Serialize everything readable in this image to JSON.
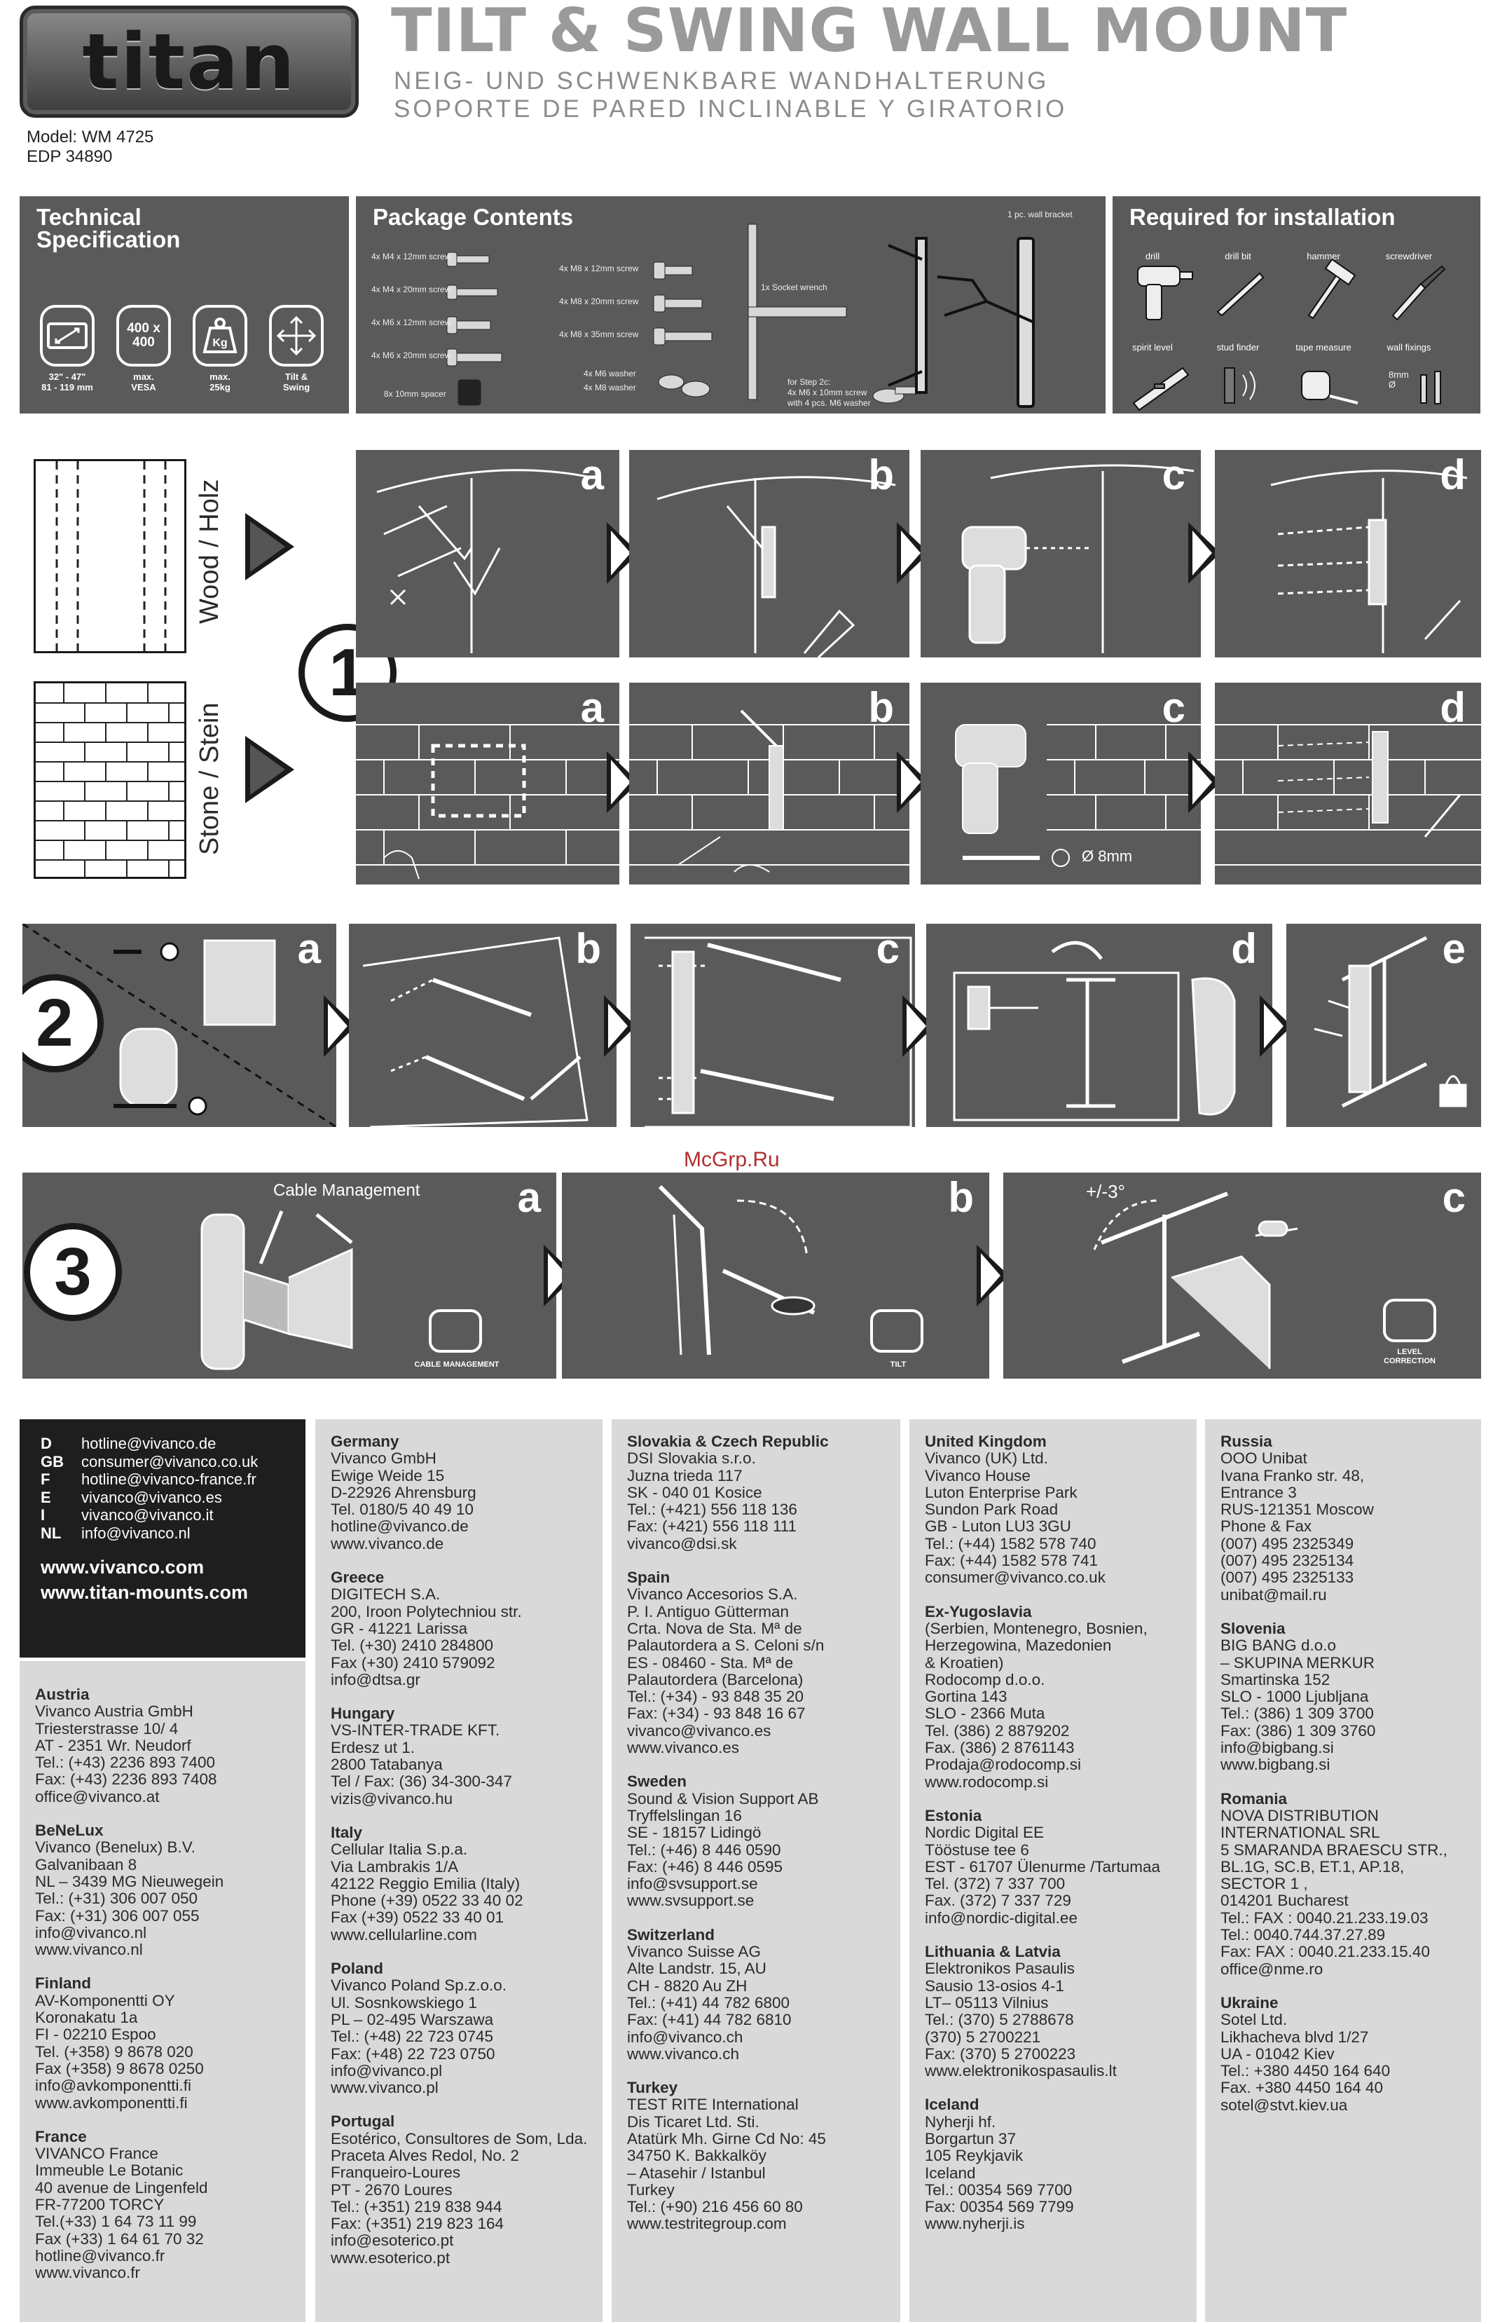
{
  "header": {
    "logo": "titan",
    "title": "TILT & SWING WALL MOUNT",
    "subtitle_de": "NEIG- UND SCHWENKBARE WANDHALTERUNG",
    "subtitle_es": "SOPORTE DE PARED INCLINABLE Y GIRATORIO",
    "model": "Model: WM 4725",
    "edp": "EDP 34890"
  },
  "tech_spec": {
    "title": "Technical Specification",
    "items": [
      {
        "icon": "screen-size-icon",
        "label": "32\" - 47\"\n81 - 119 mm"
      },
      {
        "icon": "vesa-icon",
        "icon_text": "400\nx\n400",
        "label": "max.\nVESA"
      },
      {
        "icon": "weight-icon",
        "icon_text": "Kg",
        "label": "max.\n25kg"
      },
      {
        "icon": "tilt-swing-icon",
        "label": "Tilt &\nSwing"
      }
    ]
  },
  "package": {
    "title": "Package Contents",
    "left_screws": [
      "4x M4 x 12mm screw",
      "4x M4 x 20mm screw",
      "4x M6 x 12mm screw",
      "4x M6 x 20mm screw",
      "8x 10mm spacer"
    ],
    "right_screws": [
      "4x M8 x 12mm screw",
      "4x M8 x 20mm screw",
      "4x M8 x 35mm screw",
      "4x M6 washer",
      "4x M8 washer"
    ],
    "wrench": "1x Socket wrench",
    "bracket": "1 pc. wall bracket",
    "step2c_note": "for Step 2c:\n4x M6 x 10mm screw\nwith 4 pcs. M6 washer"
  },
  "required": {
    "title": "Required for installation",
    "tools": [
      "drill",
      "drill bit",
      "hammer",
      "screwdriver",
      "spirit level",
      "stud finder",
      "tape measure",
      "wall fixings"
    ],
    "wall_fixing_size": "8mm\nØ"
  },
  "step1": {
    "number": "1",
    "wood_label": "Wood / Holz",
    "stone_label": "Stone / Stein",
    "letters": [
      "a",
      "b",
      "c",
      "d"
    ],
    "drill_size": "Ø 8mm"
  },
  "step2": {
    "number": "2",
    "letters": [
      "a",
      "b",
      "c",
      "d",
      "e"
    ]
  },
  "step3": {
    "number": "3",
    "letters": [
      "a",
      "b",
      "c"
    ],
    "cable_label": "Cable Management",
    "badge_a": "CABLE MANAGEMENT",
    "badge_b": "TILT",
    "badge_c": "LEVEL\nCORRECTION",
    "tilt_angle": "+/-3°"
  },
  "watermark": "McGrp.Ru",
  "hotlines": [
    {
      "code": "D",
      "email": "hotline@vivanco.de"
    },
    {
      "code": "GB",
      "email": "consumer@vivanco.co.uk"
    },
    {
      "code": "F",
      "email": "hotline@vivanco-france.fr"
    },
    {
      "code": "E",
      "email": "vivanco@vivanco.es"
    },
    {
      "code": "I",
      "email": "vivanco@vivanco.it"
    },
    {
      "code": "NL",
      "email": "info@vivanco.nl"
    }
  ],
  "websites": [
    "www.vivanco.com",
    "www.titan-mounts.com"
  ],
  "contacts": {
    "col1": [
      {
        "name": "Austria",
        "lines": [
          "Vivanco Austria GmbH",
          "Triesterstrasse 10/ 4",
          "AT - 2351 Wr. Neudorf",
          "Tel.: (+43) 2236 893 7400",
          "Fax: (+43) 2236 893 7408",
          "office@vivanco.at"
        ]
      },
      {
        "name": "BeNeLux",
        "lines": [
          "Vivanco (Benelux) B.V.",
          "Galvanibaan 8",
          "NL – 3439 MG Nieuwegein",
          "Tel.: (+31) 306 007 050",
          "Fax: (+31) 306 007 055",
          "info@vivanco.nl",
          "www.vivanco.nl"
        ]
      },
      {
        "name": "Finland",
        "lines": [
          "AV-Komponentti OY",
          "Koronakatu 1a",
          "FI - 02210 Espoo",
          "Tel. (+358) 9 8678 020",
          "Fax (+358) 9 8678 0250",
          "info@avkomponentti.fi",
          "www.avkomponentti.fi"
        ]
      },
      {
        "name": "France",
        "lines": [
          "VIVANCO France",
          "Immeuble Le Botanic",
          "40 avenue de Lingenfeld",
          "FR-77200 TORCY",
          "Tel.(+33) 1 64 73 11 99",
          "Fax (+33) 1 64 61 70 32",
          "hotline@vivanco.fr",
          "www.vivanco.fr"
        ]
      }
    ],
    "col2": [
      {
        "name": "Germany",
        "lines": [
          "Vivanco GmbH",
          "Ewige Weide 15",
          "D-22926 Ahrensburg",
          "Tel. 0180/5 40 49 10",
          "hotline@vivanco.de",
          "www.vivanco.de"
        ]
      },
      {
        "name": "Greece",
        "lines": [
          "DIGITECH S.A.",
          "200, Iroon Polytechniou str.",
          "GR - 41221 Larissa",
          "Tel. (+30) 2410 284800",
          "Fax (+30) 2410 579092",
          "info@dtsa.gr"
        ]
      },
      {
        "name": "Hungary",
        "lines": [
          "VS-INTER-TRADE KFT.",
          "Erdesz ut 1.",
          "2800 Tatabanya",
          "Tel / Fax: (36) 34-300-347",
          "vizis@vivanco.hu"
        ]
      },
      {
        "name": "Italy",
        "lines": [
          "Cellular Italia S.p.a.",
          "Via Lambrakis 1/A",
          "42122 Reggio Emilia (Italy)",
          "Phone (+39) 0522 33 40 02",
          "Fax (+39) 0522 33 40 01",
          "www.cellularline.com"
        ]
      },
      {
        "name": "Poland",
        "lines": [
          "Vivanco Poland Sp.z.o.o.",
          "Ul. Sosnkowskiego 1",
          "PL – 02-495 Warszawa",
          "Tel.: (+48) 22 723 0745",
          "Fax: (+48) 22 723 0750",
          "info@vivanco.pl",
          "www.vivanco.pl"
        ]
      },
      {
        "name": "Portugal",
        "lines": [
          "Esotérico, Consultores de Som, Lda.",
          "Praceta Alves Redol, No. 2",
          "Franqueiro-Loures",
          "PT - 2670 Loures",
          "Tel.: (+351) 219 838 944",
          "Fax: (+351) 219 823 164",
          "info@esoterico.pt",
          "www.esoterico.pt"
        ]
      }
    ],
    "col3": [
      {
        "name": "Slovakia & Czech Republic",
        "lines": [
          "DSI Slovakia s.r.o.",
          "Juzna trieda 117",
          "SK - 040 01 Kosice",
          "Tel.: (+421) 556 118 136",
          "Fax: (+421) 556 118 111",
          "vivanco@dsi.sk"
        ]
      },
      {
        "name": "Spain",
        "lines": [
          "Vivanco Accesorios S.A.",
          "P. I. Antiguo Gütterman",
          "Crta. Nova de Sta. Mª de",
          "Palautordera a S. Celoni s/n",
          "ES - 08460 - Sta. Mª de",
          "Palautordera (Barcelona)",
          "Tel.: (+34) - 93 848 35 20",
          "Fax: (+34) - 93 848 16 67",
          "vivanco@vivanco.es",
          "www.vivanco.es"
        ]
      },
      {
        "name": "Sweden",
        "lines": [
          "Sound & Vision Support AB",
          "Tryffelslingan 16",
          "SE - 18157 Lidingö",
          "Tel.: (+46) 8 446 0590",
          "Fax: (+46) 8 446 0595",
          "info@svsupport.se",
          "www.svsupport.se"
        ]
      },
      {
        "name": "Switzerland",
        "lines": [
          "Vivanco Suisse AG",
          "Alte Landstr. 15, AU",
          "CH - 8820 Au ZH",
          "Tel.: (+41) 44 782 6800",
          "Fax: (+41) 44 782 6810",
          "info@vivanco.ch",
          "www.vivanco.ch"
        ]
      },
      {
        "name": "Turkey",
        "lines": [
          "TEST RITE International",
          "Dis Ticaret Ltd. Sti.",
          "Atatürk Mh. Girne Cd No: 45",
          "34750 K. Bakkalköy",
          "– Atasehir / Istanbul",
          "Turkey",
          "Tel.: (+90) 216 456 60 80",
          "www.testritegroup.com"
        ]
      }
    ],
    "col4": [
      {
        "name": "United Kingdom",
        "lines": [
          "Vivanco (UK) Ltd.",
          "Vivanco House",
          "Luton Enterprise Park",
          "Sundon Park Road",
          "GB - Luton LU3 3GU",
          "Tel.: (+44) 1582 578 740",
          "Fax: (+44) 1582 578 741",
          "consumer@vivanco.co.uk"
        ]
      },
      {
        "name": "Ex-Yugoslavia",
        "lines": [
          "(Serbien, Montenegro, Bosnien,",
          "Herzegowina, Mazedonien",
          "& Kroatien)",
          "Rodocomp d.o.o.",
          "Gortina 143",
          "SLO - 2366 Muta",
          "Tel. (386) 2 8879202",
          "Fax. (386) 2 8761143",
          "Prodaja@rodocomp.si",
          "www.rodocomp.si"
        ]
      },
      {
        "name": "Estonia",
        "lines": [
          "Nordic Digital EE",
          "Tööstuse tee 6",
          "EST - 61707 Ülenurme /Tartumaa",
          "Tel. (372) 7 337 700",
          "Fax. (372) 7 337 729",
          "info@nordic-digital.ee"
        ]
      },
      {
        "name": "Lithuania & Latvia",
        "lines": [
          "Elektronikos Pasaulis",
          "Sausio 13-osios 4-1",
          "LT– 05113 Vilnius",
          "Tel.: (370) 5 2788678",
          "(370) 5 2700221",
          "Fax: (370) 5 2700223",
          "www.elektronikospasaulis.lt"
        ]
      },
      {
        "name": "Iceland",
        "lines": [
          "Nyherji hf.",
          "Borgartun 37",
          "105 Reykjavik",
          "Iceland",
          "Tel.: 00354 569 7700",
          "Fax: 00354 569 7799",
          "www.nyherji.is"
        ]
      }
    ],
    "col5": [
      {
        "name": "Russia",
        "lines": [
          "OOO Unibat",
          "Ivana Franko str. 48,",
          "Entrance 3",
          "RUS-121351 Moscow",
          "Phone & Fax",
          "(007) 495 2325349",
          "(007) 495 2325134",
          "(007) 495 2325133",
          "unibat@mail.ru"
        ]
      },
      {
        "name": "Slovenia",
        "lines": [
          "BIG BANG d.o.o",
          "– SKUPINA MERKUR",
          "Smartinska 152",
          "SLO - 1000 Ljubljana",
          "Tel.: (386) 1 309 3700",
          "Fax: (386) 1 309 3760",
          "info@bigbang.si",
          "www.bigbang.si"
        ]
      },
      {
        "name": "Romania",
        "lines": [
          "NOVA DISTRIBUTION",
          "INTERNATIONAL SRL",
          "5 SMARANDA BRAESCU STR.,",
          "BL.1G, SC.B, ET.1, AP.18,",
          "SECTOR 1 ,",
          "014201 Bucharest",
          "Tel.: FAX : 0040.21.233.19.03",
          "Tel.: 0040.744.37.27.89",
          "Fax: FAX : 0040.21.233.15.40",
          "office@nme.ro"
        ]
      },
      {
        "name": "Ukraine",
        "lines": [
          "Sotel Ltd.",
          "Likhacheva blvd 1/27",
          "UA - 01042 Kiev",
          "Tel.: +380 4450 164 640",
          "Fax. +380 4450 164 40",
          "sotel@stvt.kiev.ua"
        ]
      }
    ]
  }
}
